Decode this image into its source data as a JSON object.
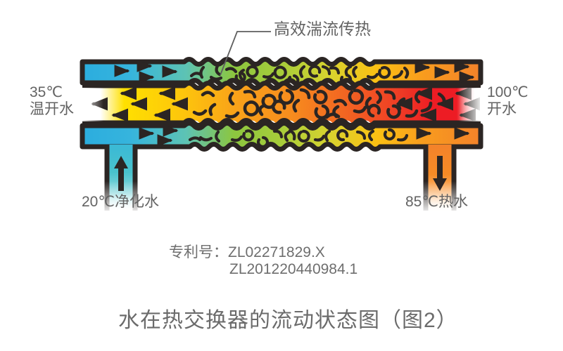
{
  "figure": {
    "caption": "水在热交换器的流动状态图（图2）",
    "patent_label": "专利号：ZL02271829.X",
    "patent_number_2": "ZL201220440984.1"
  },
  "annotations": {
    "turbulence": "高效湍流传热",
    "left_temp": "35℃",
    "left_medium": "温开水",
    "right_temp": "100℃",
    "right_medium": "开水",
    "inlet": "20℃净化水",
    "outlet": "85℃热水"
  },
  "colors": {
    "outline": "#2b2523",
    "cold_blue": "#2badde",
    "teal": "#4cc0c4",
    "green": "#8cc63f",
    "yellow_green": "#c6d93a",
    "yellow": "#ffe000",
    "gold": "#fdb913",
    "orange": "#f7941e",
    "deep_orange": "#f26522",
    "red": "#ed1c24",
    "text_gray": "#636363"
  },
  "chart_data": {
    "type": "diagram",
    "title": "水在热交换器的流动状态图（图2）",
    "description": "Counter-flow heat exchanger flow-state diagram with corrugated turbulence section",
    "streams": [
      {
        "name": "purified-water-cold-side",
        "inlet_label": "20℃净化水",
        "inlet_temp_c": 20,
        "outlet_label": "85℃热水",
        "outlet_temp_c": 85,
        "direction": "left-to-right",
        "channels": [
          "top-outer",
          "bottom-outer"
        ],
        "gradient": [
          "#2badde",
          "#4cc0c4",
          "#8cc63f",
          "#c6d93a",
          "#ffe000",
          "#fdb913",
          "#f7941e"
        ]
      },
      {
        "name": "boiled-water-hot-side",
        "inlet_label": "100℃开水",
        "inlet_temp_c": 100,
        "outlet_label": "35℃温开水",
        "outlet_temp_c": 35,
        "direction": "right-to-left",
        "channels": [
          "inner"
        ],
        "gradient": [
          "#ffe000",
          "#fdb913",
          "#f7941e",
          "#f26522",
          "#ed1c24"
        ]
      }
    ],
    "annotation": "高效湍流传热"
  }
}
